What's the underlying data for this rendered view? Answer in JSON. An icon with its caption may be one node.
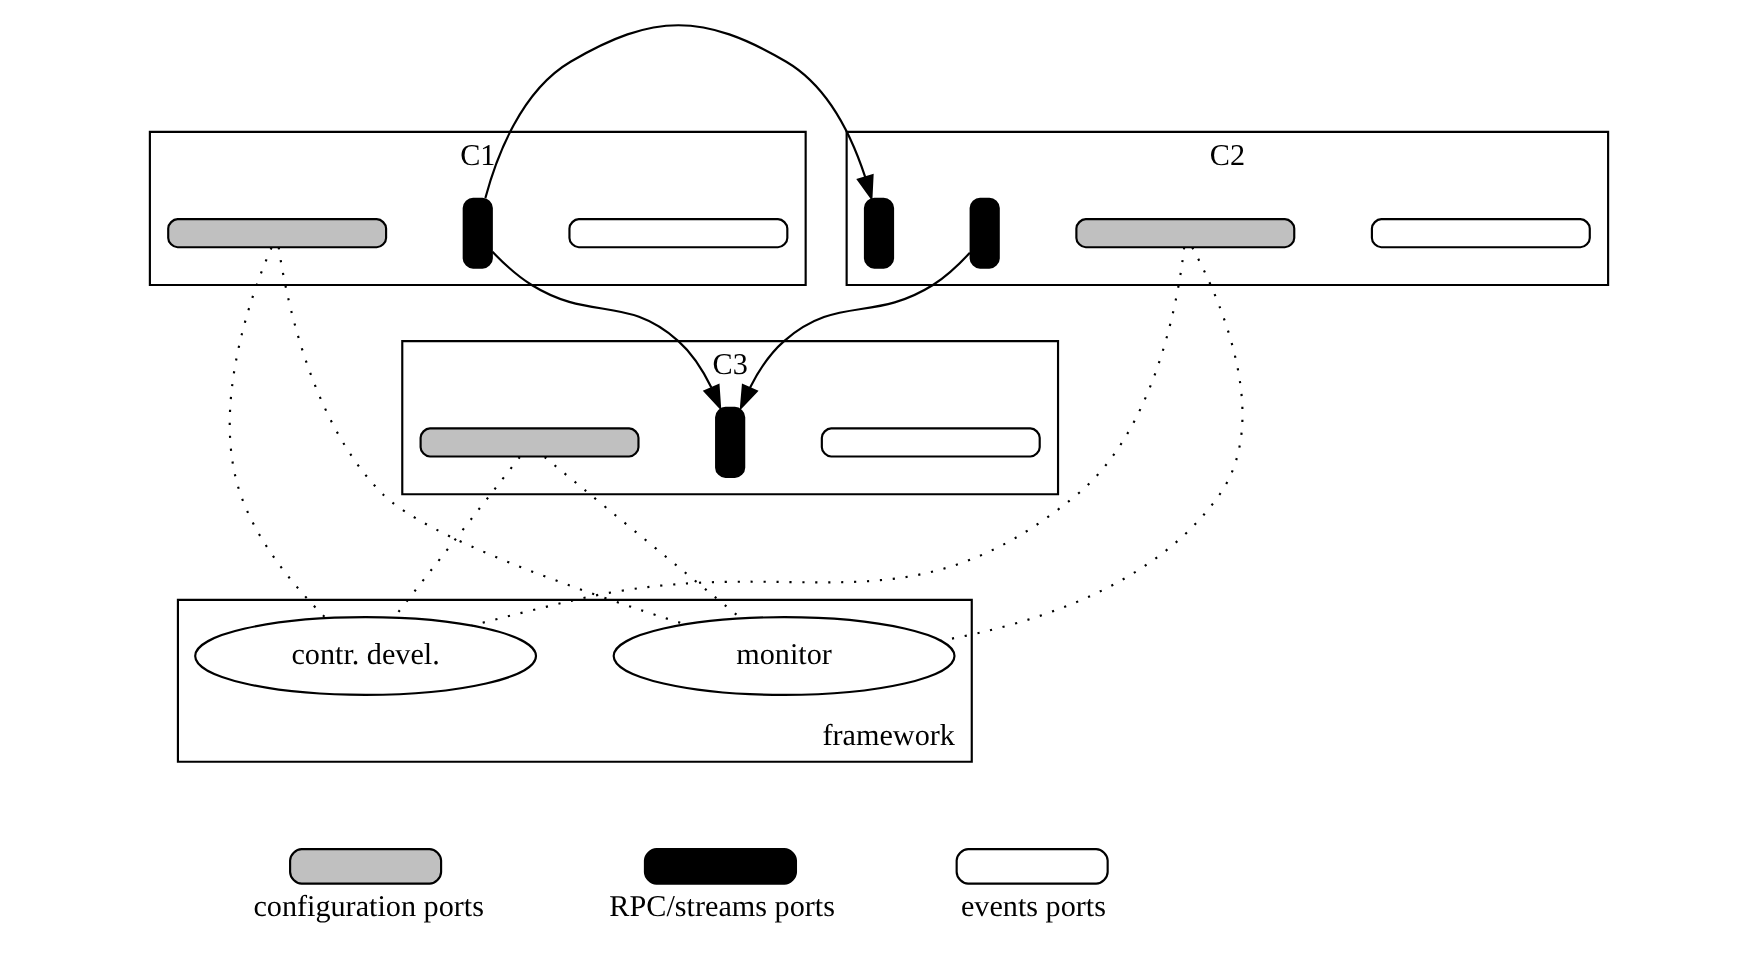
{
  "diagram": {
    "nodes": [
      {
        "text": [
          "C1"
        ]
      },
      {
        "text": [],
        "shape": "box",
        "in": 0
      },
      {
        "text": [],
        "shape": "box",
        "in": 0
      },
      {
        "text": [],
        "shape": "box",
        "in": 0
      },
      {
        "text": [
          "C2"
        ]
      },
      {
        "text": [],
        "shape": "box",
        "in": 4
      },
      {
        "text": [],
        "shape": "box",
        "in": 4
      },
      {
        "text": [],
        "shape": "box",
        "in": 4
      },
      {
        "text": [],
        "shape": "box",
        "in": 4
      },
      {
        "text": [
          "C3"
        ]
      },
      {
        "text": [],
        "shape": "box",
        "in": 9
      },
      {
        "text": [],
        "shape": "box",
        "in": 9
      },
      {
        "text": [],
        "shape": "box",
        "in": 9
      },
      {
        "text": [
          "framework"
        ]
      },
      {
        "text": [
          "contr. devel."
        ],
        "in": 13
      },
      {
        "text": [
          "monitor"
        ],
        "in": 13
      }
    ],
    "edges": [
      {
        "from": 2,
        "to": 6,
        "arrow": "to"
      },
      {
        "from": 2,
        "to": 11,
        "arrow": "to"
      },
      {
        "from": 7,
        "to": 11,
        "arrow": "to"
      },
      {
        "from": 3,
        "to": 14,
        "arrow": "none",
        "style": "dashed"
      },
      {
        "from": 3,
        "to": 15,
        "arrow": "none",
        "style": "dashed"
      },
      {
        "from": 8,
        "to": 14,
        "arrow": "none",
        "style": "dashed"
      },
      {
        "from": 8,
        "to": 15,
        "arrow": "none",
        "style": "dashed"
      },
      {
        "from": 12,
        "to": 14,
        "arrow": "none",
        "style": "dashed"
      },
      {
        "from": 12,
        "to": 15,
        "arrow": "none",
        "style": "dashed"
      }
    ],
    "legend": [
      {
        "text": "configuration ports",
        "color": "#c0c0c0"
      },
      {
        "text": "RPC/streams ports",
        "color": "#000000"
      },
      {
        "text": "events ports",
        "color": "#ffffff"
      }
    ]
  }
}
